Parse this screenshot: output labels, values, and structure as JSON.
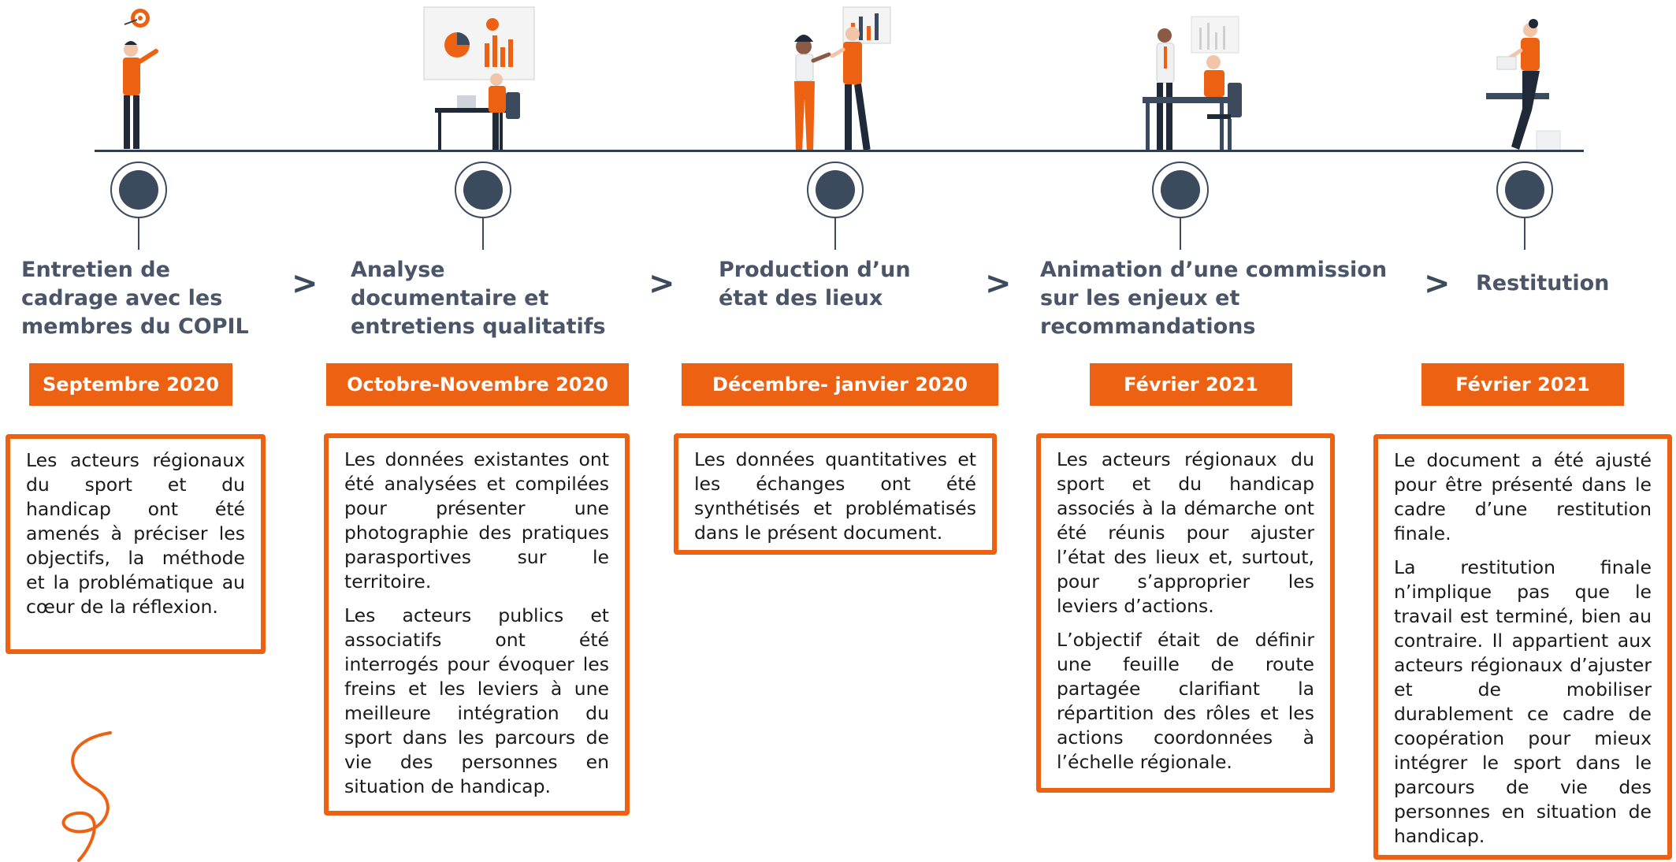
{
  "colors": {
    "accent": "#ed6113",
    "dark": "#3b4a5c",
    "title": "#4a5568"
  },
  "steps": [
    {
      "title": "Entretien de cadrage avec les membres du COPIL",
      "date": "Septembre 2020",
      "paragraphs": [
        "Les acteurs régionaux du sport et du handicap ont été amenés à préciser les objectifs, la méthode et la problématique au cœur de la réflexion."
      ]
    },
    {
      "title": "Analyse documentaire et entretiens qualitatifs",
      "date": "Octobre-Novembre 2020",
      "paragraphs": [
        "Les données existantes ont été analysées et compilées pour présenter une photographie des pratiques parasportives sur le territoire.",
        "Les acteurs publics et associatifs ont été interrogés pour évoquer les freins et les leviers à une meilleure intégration du sport dans les parcours de vie des personnes en situation de handicap."
      ]
    },
    {
      "title": "Production d’un état des lieux",
      "date": "Décembre- janvier 2020",
      "paragraphs": [
        "Les données quantitatives et les échanges ont été synthétisés et problématisés dans le présent document."
      ]
    },
    {
      "title": "Animation d’une commission sur les enjeux et recommandations",
      "date": "Février 2021",
      "paragraphs": [
        "Les acteurs régionaux du sport et du handicap associés à la démarche ont été réunis pour ajuster l’état des lieux et, surtout, pour s’approprier les leviers d’actions.",
        "L’objectif était de définir une feuille de route partagée clarifiant la répartition des rôles et les actions coordonnées à l’échelle régionale."
      ]
    },
    {
      "title": "Restitution",
      "date": "Février 2021",
      "paragraphs": [
        "Le document a été ajusté pour être présenté dans le cadre d’une restitution finale.",
        "La restitution finale n’implique pas que le travail est terminé, bien au contraire. Il appartient aux acteurs régionaux d’ajuster et de mobiliser durablement ce cadre de coopération pour mieux intégrer le sport dans le parcours de vie des personnes en situation de handicap."
      ]
    }
  ],
  "separators": [
    ">",
    ">",
    ">",
    ">"
  ],
  "illustrations": [
    "person-target-icon",
    "person-desk-chart-icon",
    "two-people-chart-icon",
    "meeting-table-icon",
    "person-sitting-icon"
  ]
}
